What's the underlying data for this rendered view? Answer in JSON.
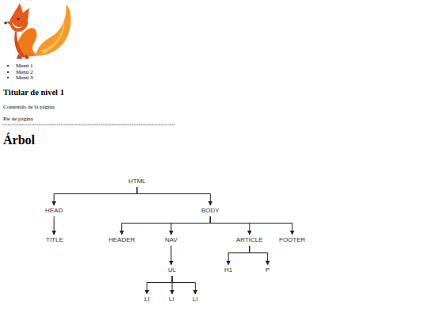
{
  "diagram": {
    "title": "Árbol",
    "nodes": [
      {
        "text": [
          "HTML"
        ]
      },
      {
        "text": [
          "HEAD"
        ]
      },
      {
        "text": [
          "BODY"
        ]
      },
      {
        "text": [
          "TITLE"
        ]
      },
      {
        "text": [
          "HEADER"
        ]
      },
      {
        "text": [
          "NAV"
        ]
      },
      {
        "text": [
          "ARTICLE"
        ]
      },
      {
        "text": [
          "FOOTER"
        ]
      },
      {
        "text": [
          "UL"
        ]
      },
      {
        "text": [
          "H1"
        ]
      },
      {
        "text": [
          "P"
        ]
      },
      {
        "text": [
          "LI"
        ]
      },
      {
        "text": [
          "LI"
        ]
      },
      {
        "text": [
          "LI"
        ]
      }
    ],
    "edges": [
      {
        "from": 0,
        "to": 1,
        "arrow": "to"
      },
      {
        "from": 0,
        "to": 2,
        "arrow": "to"
      },
      {
        "from": 1,
        "to": 3,
        "arrow": "to"
      },
      {
        "from": 2,
        "to": 4,
        "arrow": "to"
      },
      {
        "from": 2,
        "to": 5,
        "arrow": "to"
      },
      {
        "from": 2,
        "to": 6,
        "arrow": "to"
      },
      {
        "from": 2,
        "to": 7,
        "arrow": "to"
      },
      {
        "from": 5,
        "to": 8,
        "arrow": "to"
      },
      {
        "from": 6,
        "to": 9,
        "arrow": "to"
      },
      {
        "from": 6,
        "to": 10,
        "arrow": "to"
      },
      {
        "from": 8,
        "to": 11,
        "arrow": "to"
      },
      {
        "from": 8,
        "to": 12,
        "arrow": "to"
      },
      {
        "from": 8,
        "to": 13,
        "arrow": "to"
      }
    ],
    "labels": [
      "Menú 1",
      "Menú 2",
      "Menú 3",
      "Titular de nivel 1",
      "Contenido de la página",
      "Pie de página"
    ]
  }
}
